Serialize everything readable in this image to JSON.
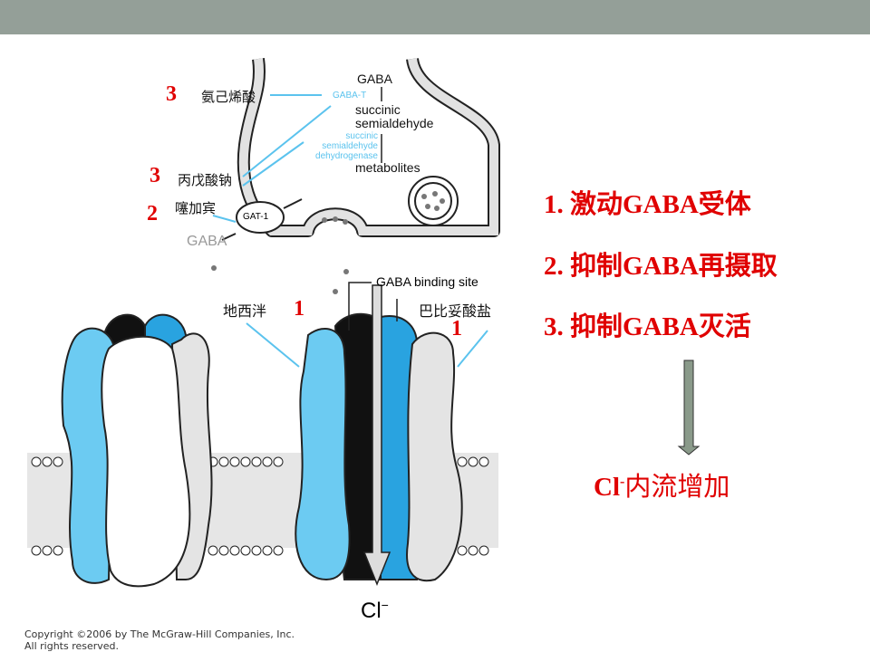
{
  "diagram": {
    "presynaptic": {
      "gaba": "GABA",
      "gaba_t": "GABA-T",
      "succinic_semialdehyde": "succinic semialdehyde",
      "ssadh": "succinic semialdehyde dehydrogenase",
      "metabolites": "metabolites",
      "gat1": "GAT-1",
      "gaba_outside": "GABA"
    },
    "drugs": [
      {
        "number": "3",
        "name": "氨己烯酸"
      },
      {
        "number": "3",
        "name": "丙戊酸钠"
      },
      {
        "number": "2",
        "name": "噻加宾"
      },
      {
        "number": "1",
        "name": "地西泮"
      },
      {
        "number": "1",
        "name": "巴比妥酸盐"
      }
    ],
    "binding_site": "GABA binding site",
    "chloride": "Cl",
    "chloride_charge": "−",
    "copyright_line1": "Copyright ©2006 by The McGraw-Hill Companies, Inc.",
    "copyright_line2": "All rights reserved."
  },
  "mechanisms": [
    "1.  激动GABA受体",
    "2.  抑制GABA再摄取",
    "3.  抑制GABA灭活"
  ],
  "result": {
    "prefix": "Cl",
    "sup": "-",
    "text": "内流增加"
  },
  "colors": {
    "accent_red": "#e00000",
    "topbar": "#949f98",
    "light_blue": "#5bc3ee"
  }
}
